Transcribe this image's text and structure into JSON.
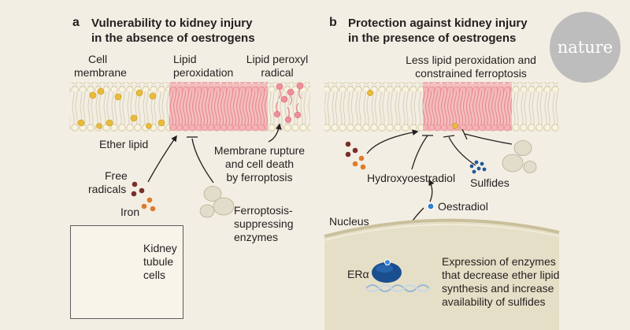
{
  "brand": "nature",
  "panel_a": {
    "letter": "a",
    "title_line1": "Vulnerability to kidney injury",
    "title_line2": "in the absence of oestrogens",
    "cell_membrane_1": "Cell",
    "cell_membrane_2": "membrane",
    "lipid_peroxidation_1": "Lipid",
    "lipid_peroxidation_2": "peroxidation",
    "lipid_peroxyl_1": "Lipid peroxyl",
    "lipid_peroxyl_2": "radical",
    "ether_lipid": "Ether lipid",
    "rupture_1": "Membrane rupture",
    "rupture_2": "and cell death",
    "rupture_3": "by ferroptosis",
    "free_radicals_1": "Free",
    "free_radicals_2": "radicals",
    "iron": "Iron",
    "enzymes_1": "Ferroptosis-",
    "enzymes_2": "suppressing",
    "enzymes_3": "enzymes",
    "kidney_1": "Kidney",
    "kidney_2": "tubule",
    "kidney_3": "cells"
  },
  "panel_b": {
    "letter": "b",
    "title_line1": "Protection against kidney injury",
    "title_line2": "in the presence of oestrogens",
    "less_lipid_1": "Less lipid peroxidation and",
    "less_lipid_2": "constrained ferroptosis",
    "hydroxy": "Hydroxyoestradiol",
    "sulfides": "Sulfides",
    "oestradiol": "Oestradiol",
    "nucleus": "Nucleus",
    "er_alpha": "ERα",
    "expression_1": "Expression of enzymes",
    "expression_2": "that decrease ether lipid",
    "expression_3": "synthesis and increase",
    "expression_4": "availability of sulfides"
  },
  "colors": {
    "background": "#f3eee3",
    "membrane_head": "#f7f1dc",
    "ether_head": "#e9bb38",
    "peroxidation": "#f2a6aa",
    "free_radical": "#7a2e2a",
    "iron": "#e07b2c",
    "enzyme": "#e2dccb",
    "sulfide": "#1f5a9b",
    "oestradiol": "#2f7fd0",
    "receptor": "#1a4f8f",
    "nucleus": "#e6dfc7"
  }
}
